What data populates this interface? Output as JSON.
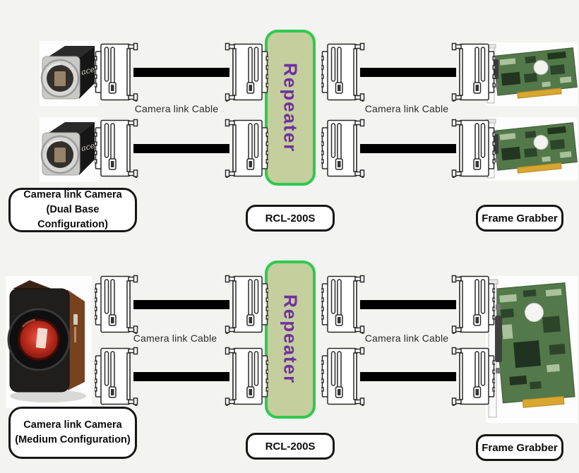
{
  "colors": {
    "background": "#f3f3f1",
    "repeater_fill": "#c5ce9d",
    "repeater_border": "#2fc94e",
    "repeater_text": "#7030a0",
    "cable": "#000000",
    "label_border": "#161616",
    "label_background": "#ffffff",
    "pcb_green": "#53784a",
    "pci_gold": "#d9a62e"
  },
  "sections": [
    {
      "name": "dual-base-configuration",
      "camera_label": [
        "Camera link Camera",
        "(Dual Base Configuration)"
      ],
      "camera_brand": "ace",
      "cable_label": "Camera link Cable",
      "repeater_label": "Repeater",
      "repeater_model": "RCL-200S",
      "grabber_label": "Frame Grabber"
    },
    {
      "name": "medium-configuration",
      "camera_label": [
        "Camera link Camera",
        "(Medium Configuration)"
      ],
      "cable_label": "Camera link Cable",
      "repeater_label": "Repeater",
      "repeater_model": "RCL-200S",
      "grabber_label": "Frame Grabber"
    }
  ]
}
